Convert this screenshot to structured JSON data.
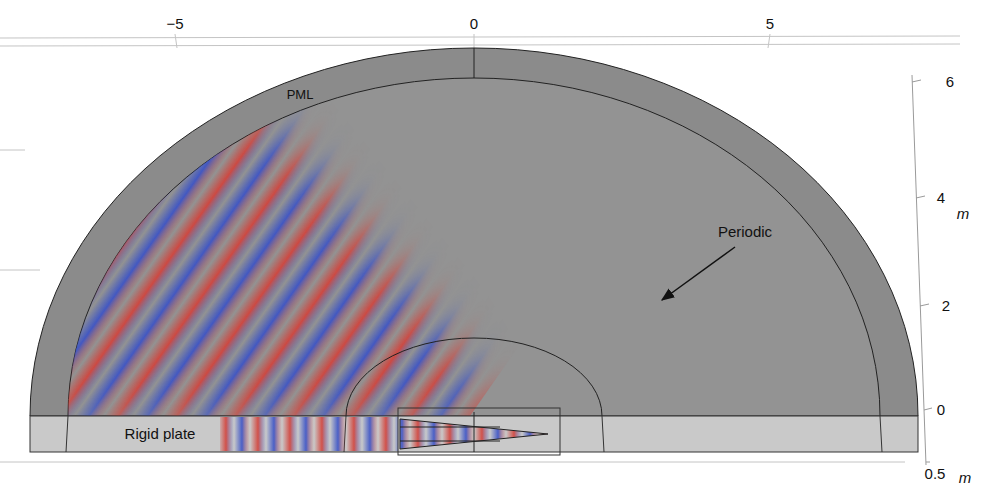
{
  "diagram": {
    "labels": [
      "−5",
      "0",
      "5",
      "PML",
      "Periodic",
      "6",
      "4",
      "m",
      "2",
      "0",
      "Rigid plate",
      "0.5",
      "m"
    ]
  }
}
